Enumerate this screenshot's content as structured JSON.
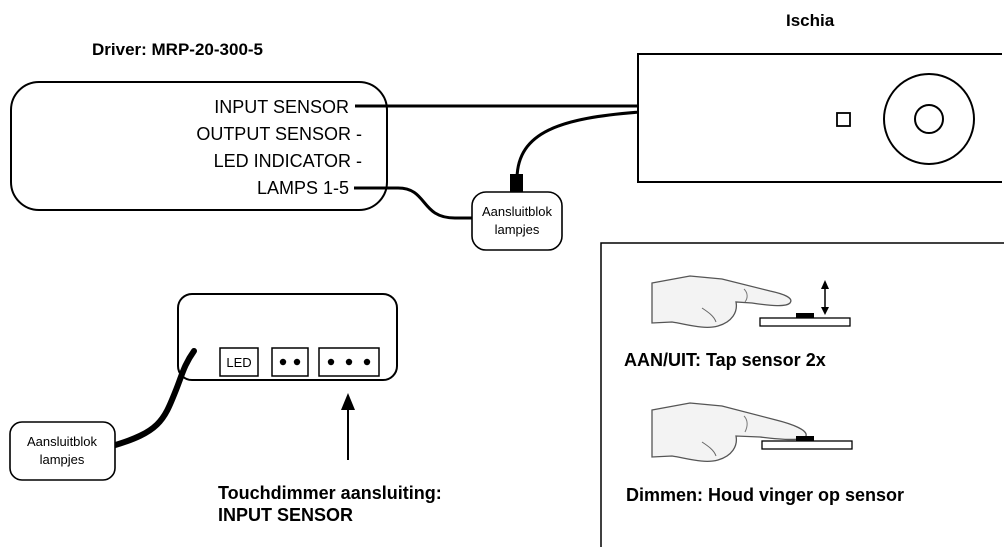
{
  "driver": {
    "title": "Driver: MRP-20-300-5",
    "ports": [
      "INPUT SENSOR",
      "OUTPUT SENSOR -",
      "LED INDICATOR -",
      "LAMPS 1-5"
    ]
  },
  "lamp": {
    "title": "Ischia"
  },
  "junction_top": {
    "line1": "Aansluitblok",
    "line2": "lampjes"
  },
  "junction_left": {
    "line1": "Aansluitblok",
    "line2": "lampjes"
  },
  "module": {
    "led_label": "LED"
  },
  "touch_connection": {
    "line1": "Touchdimmer aansluiting:",
    "line2": "INPUT SENSOR"
  },
  "instructions": {
    "tap": "AAN/UIT: Tap sensor 2x",
    "hold": "Dimmen: Houd vinger op sensor"
  },
  "icons": [
    "hand-tap-icon",
    "hand-hold-icon",
    "up-arrow-icon",
    "double-arrow-icon",
    "sensor-square-icon",
    "lens-icon"
  ]
}
